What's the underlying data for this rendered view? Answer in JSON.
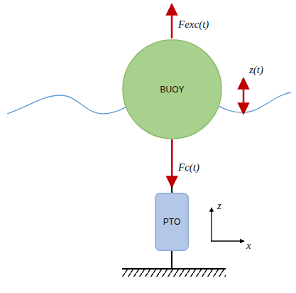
{
  "diagram": {
    "nodes": [
      {
        "text": [
          "BUOY"
        ]
      },
      {
        "text": [
          "PTO"
        ]
      }
    ],
    "edges": [
      {
        "from": 0,
        "to": 1,
        "arrow": "to"
      }
    ],
    "labels": [
      "Fexc(t)",
      "z(t)",
      "Fc(t)",
      "z",
      "x"
    ]
  }
}
